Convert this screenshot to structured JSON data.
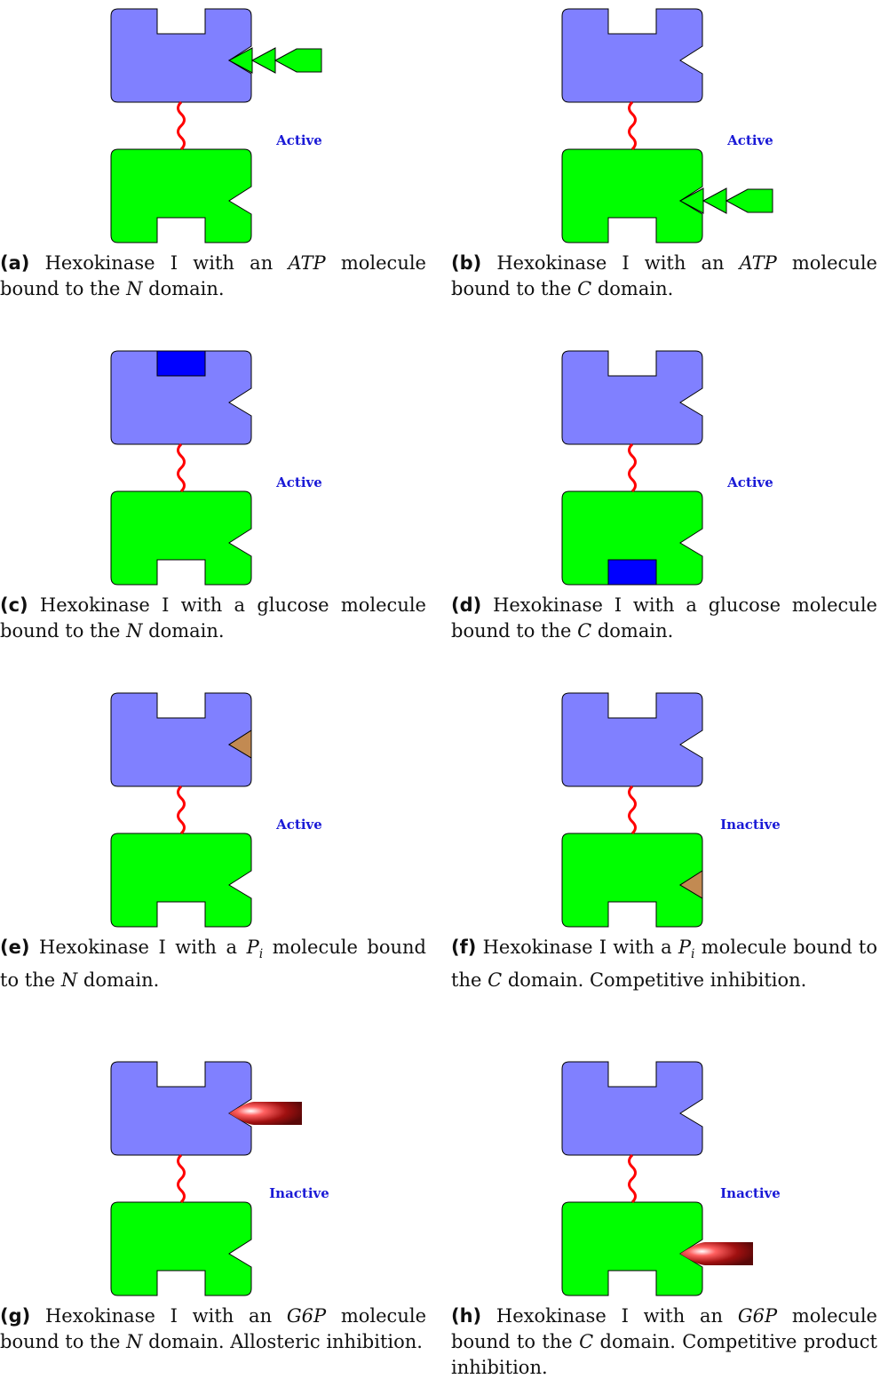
{
  "colors": {
    "n_domain": "#8080ff",
    "c_domain": "#00ff00",
    "linker": "#ff0000",
    "atp": "#00ff00",
    "glucose": "#0000ff",
    "pi": "#c28a52",
    "g6p": "#a01010",
    "state_text": "#1a1ad6"
  },
  "panels": [
    {
      "id": "a",
      "label": "(a)",
      "state": "Active",
      "ligand": "atp",
      "site": "N-side",
      "caption": [
        "Hexokinase I with an ",
        {
          "i": "ATP"
        },
        " molecule bound to the ",
        {
          "i": "N"
        },
        " domain."
      ]
    },
    {
      "id": "b",
      "label": "(b)",
      "state": "Active",
      "ligand": "atp",
      "site": "C-side",
      "caption": [
        "Hexokinase I with an ",
        {
          "i": "ATP"
        },
        " molecule bound to the ",
        {
          "i": "C"
        },
        " domain."
      ]
    },
    {
      "id": "c",
      "label": "(c)",
      "state": "Active",
      "ligand": "glucose",
      "site": "N-top",
      "caption": [
        "Hexokinase I with a glucose molecule bound to the ",
        {
          "i": "N"
        },
        " domain."
      ]
    },
    {
      "id": "d",
      "label": "(d)",
      "state": "Active",
      "ligand": "glucose",
      "site": "C-bottom",
      "caption": [
        "Hexokinase I with a glucose molecule bound to the ",
        {
          "i": "C"
        },
        " domain."
      ]
    },
    {
      "id": "e",
      "label": "(e)",
      "state": "Active",
      "ligand": "pi",
      "site": "N-side",
      "caption": [
        "Hexokinase I with a ",
        {
          "i": "P",
          "sub": "i"
        },
        " molecule bound to the ",
        {
          "i": "N"
        },
        " domain."
      ]
    },
    {
      "id": "f",
      "label": "(f)",
      "state": "Inactive",
      "ligand": "pi",
      "site": "C-side",
      "caption": [
        "Hexokinase I with a ",
        {
          "i": "P",
          "sub": "i"
        },
        " molecule bound to the ",
        {
          "i": "C"
        },
        " domain. Competitive inhibition."
      ]
    },
    {
      "id": "g",
      "label": "(g)",
      "state": "Inactive",
      "ligand": "g6p",
      "site": "N-side",
      "caption": [
        "Hexokinase I with an ",
        {
          "i": "G6P"
        },
        " molecule bound to the ",
        {
          "i": "N"
        },
        " domain. Allosteric inhibition."
      ]
    },
    {
      "id": "h",
      "label": "(h)",
      "state": "Inactive",
      "ligand": "g6p",
      "site": "C-side",
      "caption": [
        "Hexokinase I with an ",
        {
          "i": "G6P"
        },
        " molecule bound to the ",
        {
          "i": "C"
        },
        " domain. Competitive product inhibition."
      ]
    }
  ]
}
